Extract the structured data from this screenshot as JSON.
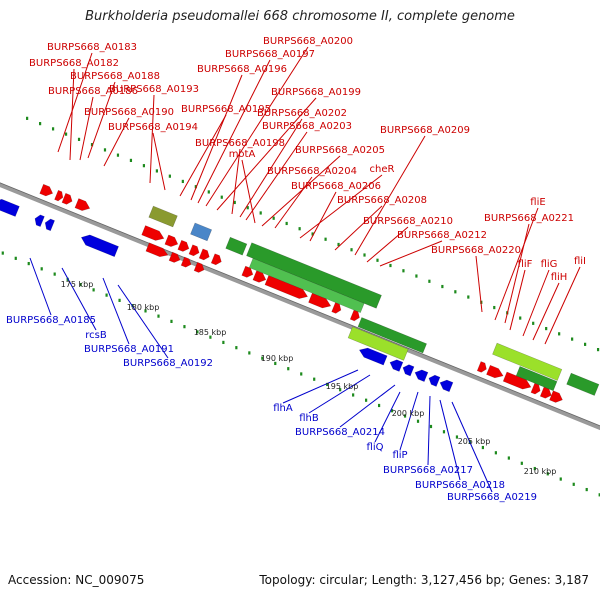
{
  "title": "Burkholderia pseudomallei 668 chromosome II, complete genome",
  "footer": {
    "accession": "Accession: NC_009075",
    "summary": "Topology: circular; Length: 3,127,456 bp; Genes: 3,187"
  },
  "colors": {
    "forward_gene": "#ee0000",
    "reverse_gene": "#0000dd",
    "feature_green": "#2a9a2a",
    "feature_light": "#9be02a",
    "feature_olive": "#8a9a30",
    "backbone": "#9a9a9a",
    "tick": "#1d8a1d",
    "label_forward": "#cc0000",
    "label_reverse": "#0000cc"
  },
  "ruler": [
    "175 kbp",
    "180 kbp",
    "185 kbp",
    "190 kbp",
    "195 kbp",
    "200 kbp",
    "205 kbp",
    "210 kbp"
  ],
  "forward_labels": [
    "BURPS668_A0183",
    "BURPS668_A0182",
    "BURPS668_A0188",
    "BURPS668_A0186",
    "BURPS668_A0190",
    "BURPS668_A0193",
    "BURPS668_A0194",
    "BURPS668_A0195",
    "BURPS668_A0196",
    "BURPS668_A0197",
    "BURPS668_A0200",
    "BURPS668_A0199",
    "BURPS668_A0198",
    "BURPS668_A0202",
    "BURPS668_A0203",
    "motA",
    "BURPS668_A0205",
    "BURPS668_A0204",
    "cheR",
    "BURPS668_A0206",
    "BURPS668_A0209",
    "BURPS668_A0208",
    "BURPS668_A0210",
    "BURPS668_A0212",
    "BURPS668_A0220",
    "fliE",
    "BURPS668_A0221",
    "fliF",
    "fliG",
    "fliH",
    "fliI"
  ],
  "reverse_labels": [
    "BURPS668_A0185",
    "rcsB",
    "BURPS668_A0191",
    "BURPS668_A0192",
    "flhA",
    "flhB",
    "BURPS668_A0214",
    "fliQ",
    "fliP",
    "BURPS668_A0217",
    "BURPS668_A0218",
    "BURPS668_A0219"
  ]
}
